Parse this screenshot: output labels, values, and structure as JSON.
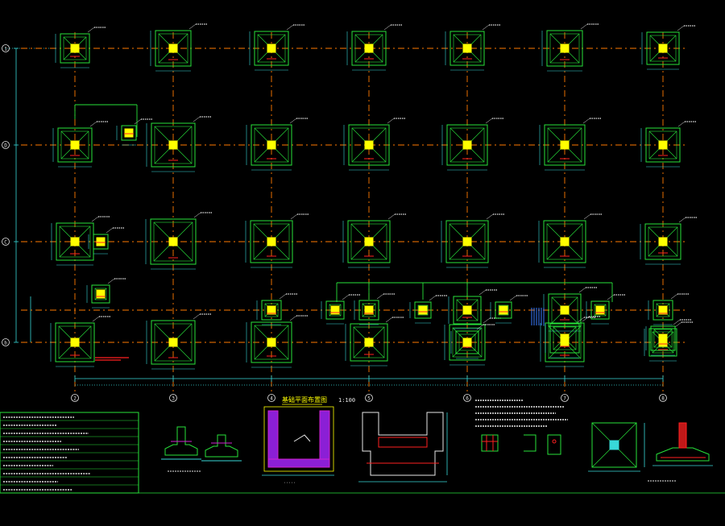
{
  "drawing": {
    "axis_rows": [
      "1",
      "D",
      "C",
      "b"
    ],
    "axis_cols": [
      "2",
      "3",
      "4",
      "5",
      "6",
      "7",
      "8"
    ],
    "detail_title": "基础平面布置图",
    "detail_scale": "1:100",
    "colors": {
      "background": "#000000",
      "axis_line": "#ff7a00",
      "footing": "#27e23a",
      "column": "#ffff00",
      "dimension": "#38d9d9",
      "text": "#e8e8e8",
      "rebar": "#d020d0",
      "highlight": "#ff2020"
    }
  }
}
